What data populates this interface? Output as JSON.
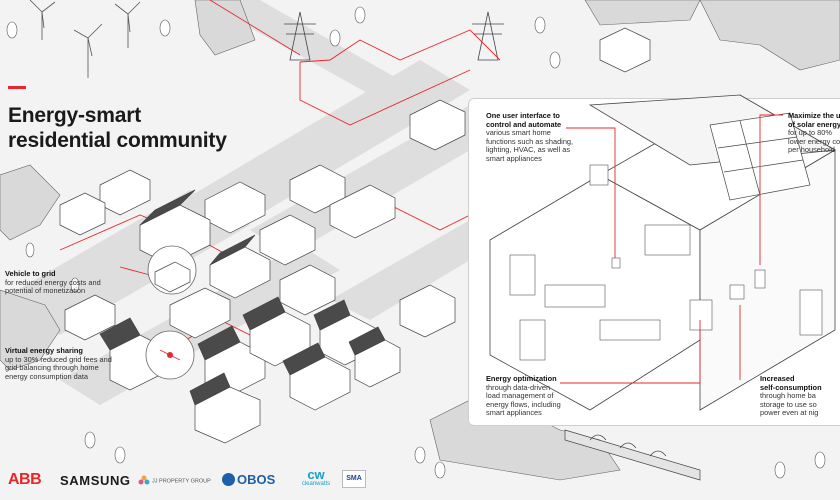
{
  "title": {
    "line1": "Energy-smart",
    "line2": "residential community"
  },
  "callouts": {
    "vehicle": {
      "heading": "Vehicle to grid",
      "lines": [
        "for reduced energy costs and",
        "potential of monetization"
      ]
    },
    "virtual": {
      "heading": "Virtual energy sharing",
      "lines": [
        "up to 30% reduced grid fees and",
        "grid balancing through home",
        "energy consumption data"
      ]
    },
    "interface": {
      "heading_lines": [
        "One user interface to",
        "control and automate"
      ],
      "lines": [
        "various smart home",
        "functions such as shading,",
        "lighting, HVAC, as well as",
        "smart appliances"
      ]
    },
    "solar": {
      "heading_lines": [
        "Maximize the use",
        "of solar energy"
      ],
      "lines": [
        "for up to 80%",
        "lower energy cost",
        "per household"
      ]
    },
    "optimization": {
      "heading": "Energy optimization",
      "lines": [
        "through data-driven",
        "load management of",
        "energy flows, including",
        "smart appliances"
      ]
    },
    "selfconsumption": {
      "heading_lines": [
        "Increased",
        "self-consumption"
      ],
      "lines": [
        "through home ba",
        "storage to use so",
        "power even at nig"
      ]
    }
  },
  "partners": {
    "abb": "ABB",
    "samsung": "SAMSUNG",
    "jp": "JJ PROPERTY GROUP",
    "obos": "OBOS",
    "cleanwatts_mark": "cw",
    "cleanwatts": "cleanwatts",
    "sma": "SMA"
  },
  "colors": {
    "accent": "#e8262b",
    "line": "#555555",
    "house_fill": "#ffffff",
    "roof_fill": "#4a4a4a",
    "road_fill": "#dedede",
    "background": "#f3f3f3"
  }
}
